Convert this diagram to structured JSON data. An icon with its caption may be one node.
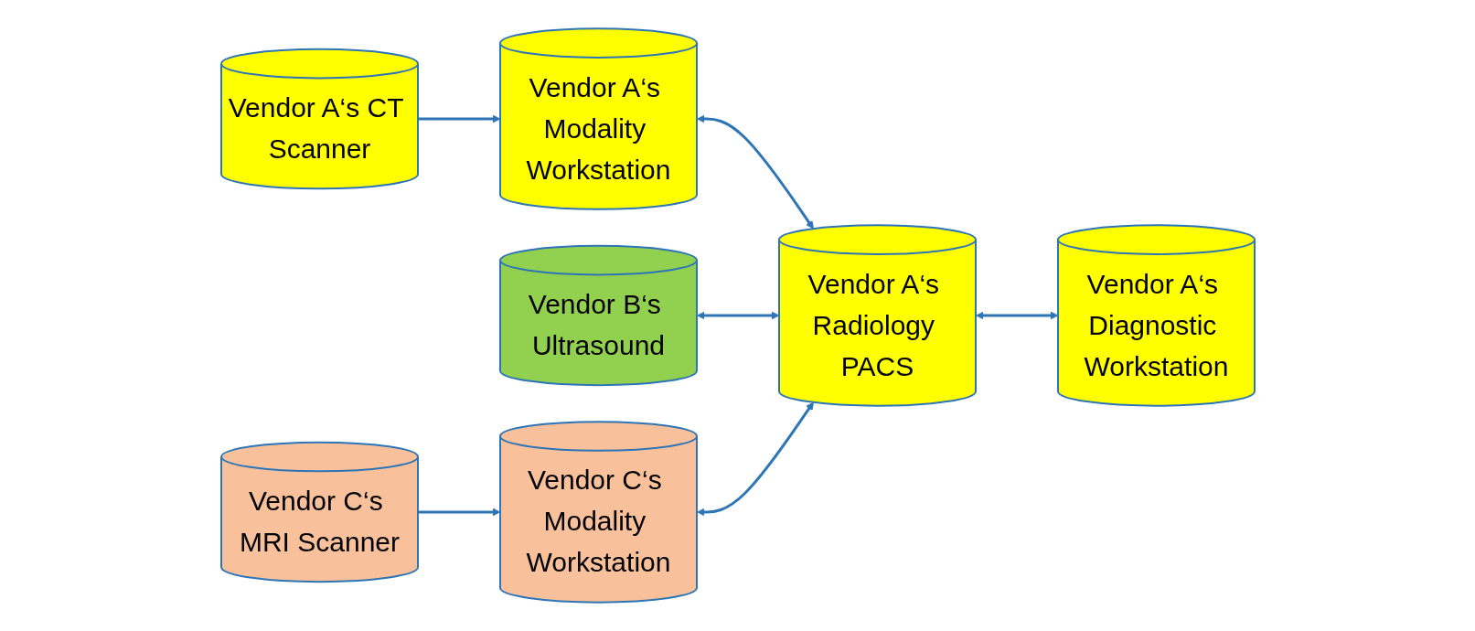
{
  "diagram": {
    "nodes": [
      {
        "text": [
          "Vendor A‘s CT Scanner"
        ]
      },
      {
        "text": [
          "Vendor A‘s Modality Workstation"
        ]
      },
      {
        "text": [
          "Vendor B‘s Ultrasound"
        ]
      },
      {
        "text": [
          "Vendor A‘s Radiology PACS"
        ]
      },
      {
        "text": [
          "Vendor A‘s Diagnostic Workstation"
        ]
      },
      {
        "text": [
          "Vendor C‘s MRI Scanner"
        ]
      },
      {
        "text": [
          "Vendor C‘s Modality Workstation"
        ]
      }
    ],
    "edges": [
      {
        "from": 0,
        "to": 1,
        "arrow": "to"
      },
      {
        "from": 1,
        "to": 3,
        "arrow": "both"
      },
      {
        "from": 2,
        "to": 3,
        "arrow": "both"
      },
      {
        "from": 3,
        "to": 4,
        "arrow": "both"
      },
      {
        "from": 5,
        "to": 6,
        "arrow": "to"
      },
      {
        "from": 6,
        "to": 3,
        "arrow": "both"
      }
    ]
  }
}
